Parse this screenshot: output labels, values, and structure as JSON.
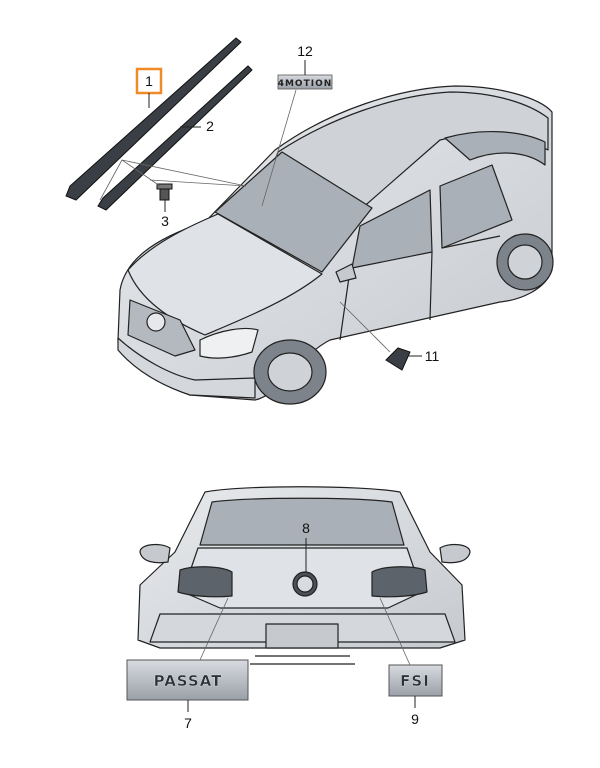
{
  "callouts": {
    "c1": "1",
    "c2": "2",
    "c3": "3",
    "c7": "7",
    "c8": "8",
    "c9": "9",
    "c11": "11",
    "c12": "12"
  },
  "badges": {
    "motion": "4MOTION",
    "passat": "PASSAT",
    "fsi": "FSI"
  },
  "colors": {
    "highlight": "#f08a24",
    "body_fill": "#d9dce0",
    "glass_fill": "#a9b0b7",
    "line": "#222222"
  }
}
